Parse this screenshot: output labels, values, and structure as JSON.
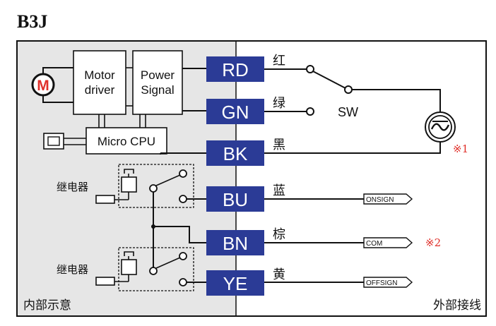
{
  "title": "B3J",
  "blocks": {
    "motor_symbol": "M",
    "motor_driver": [
      "Motor",
      "driver"
    ],
    "power_signal": [
      "Power",
      "Signal"
    ],
    "micro_cpu": "Micro CPU"
  },
  "relay_label": "继电器",
  "terminals": [
    {
      "code": "RD",
      "name": "红"
    },
    {
      "code": "GN",
      "name": "绿"
    },
    {
      "code": "BK",
      "name": "黑"
    },
    {
      "code": "BU",
      "name": "蓝"
    },
    {
      "code": "BN",
      "name": "棕"
    },
    {
      "code": "YE",
      "name": "黄"
    }
  ],
  "switch_label": "SW",
  "signals": [
    "ONSIGN",
    "COM",
    "OFFSIGN"
  ],
  "notes": [
    "※1",
    "※2"
  ],
  "zones": {
    "internal": "内部示意",
    "external": "外部接线"
  },
  "colors": {
    "terminal_fill": "#2b3b96",
    "internal_bg": "#e6e6e6",
    "note": "#e0302a"
  }
}
